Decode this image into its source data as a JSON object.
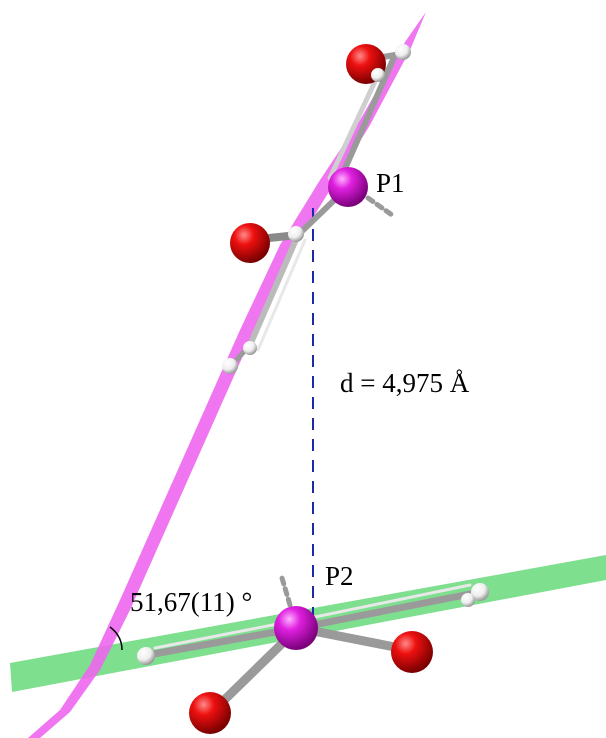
{
  "labels": {
    "p1": "P1",
    "p2": "P2",
    "distance": "d = 4,975 Å",
    "angle": "51,67(11) °"
  },
  "colors": {
    "plane_p1": "#ee66ee",
    "plane_p2": "#77dd88",
    "phosphorus": "#e020e0",
    "oxygen": "#dd0000",
    "hydrogen": "#f2f2f2",
    "bond": "#9a9a9a",
    "distance_line": "#1a2aa8"
  },
  "icons": [
    "phosphorus-atom",
    "oxygen-atom",
    "hydrogen-atom"
  ]
}
